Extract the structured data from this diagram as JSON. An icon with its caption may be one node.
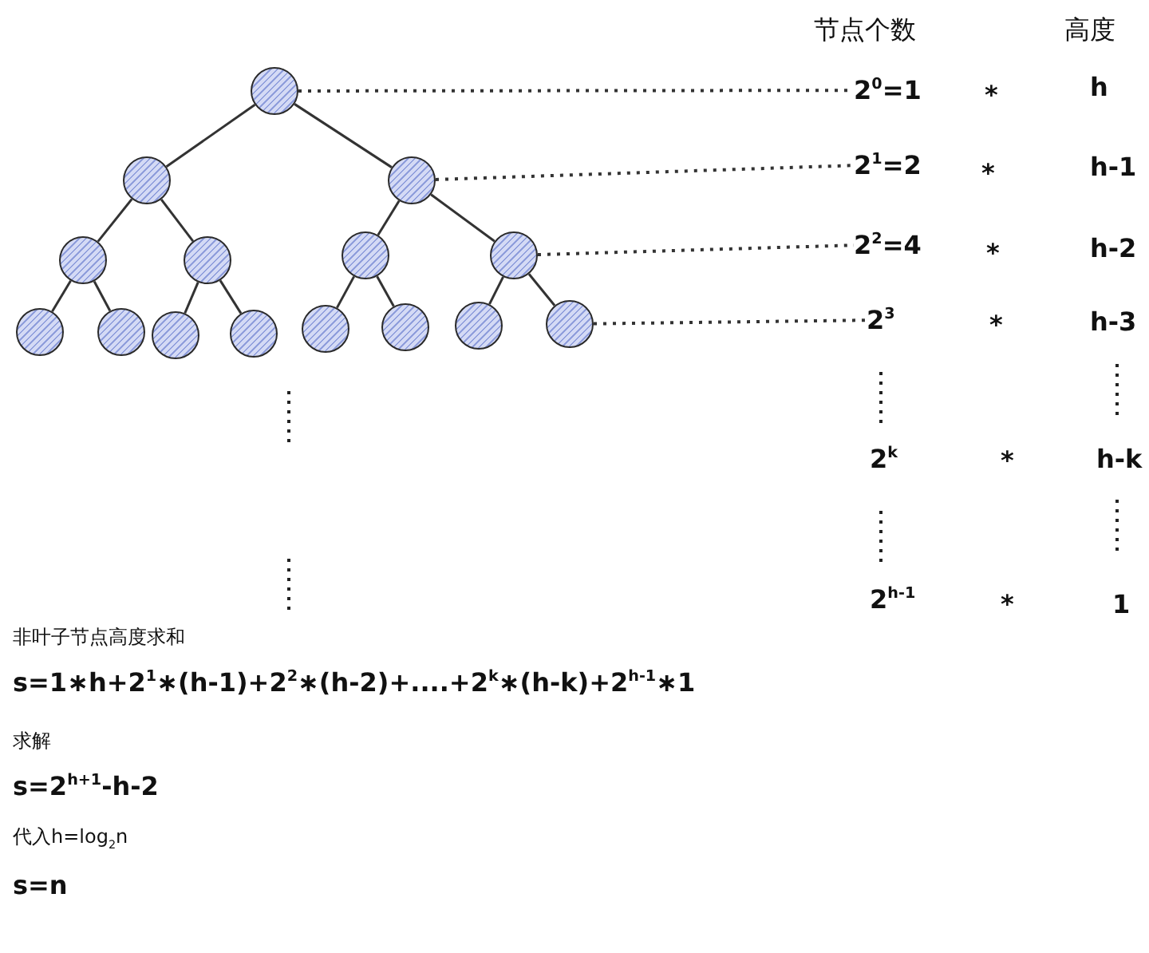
{
  "diagram": {
    "nodes": [
      {
        "text": [],
        "shape": "circle"
      },
      {
        "text": [],
        "shape": "circle"
      },
      {
        "text": [],
        "shape": "circle"
      },
      {
        "text": [],
        "shape": "circle"
      },
      {
        "text": [],
        "shape": "circle"
      },
      {
        "text": [],
        "shape": "circle"
      },
      {
        "text": [],
        "shape": "circle"
      },
      {
        "text": [],
        "shape": "circle"
      },
      {
        "text": [],
        "shape": "circle"
      },
      {
        "text": [],
        "shape": "circle"
      },
      {
        "text": [],
        "shape": "circle"
      },
      {
        "text": [],
        "shape": "circle"
      },
      {
        "text": [],
        "shape": "circle"
      },
      {
        "text": [],
        "shape": "circle"
      },
      {
        "text": [],
        "shape": "circle"
      },
      {
        "text": [
          "2$^{0}$=1"
        ]
      },
      {
        "text": [
          "2$^{1}$=2"
        ]
      },
      {
        "text": [
          "2$^{2}$=4"
        ]
      },
      {
        "text": [
          "2$^{3}$"
        ]
      }
    ],
    "edges": [
      {
        "from": 0,
        "to": 1,
        "arrow": "none"
      },
      {
        "from": 0,
        "to": 2,
        "arrow": "none"
      },
      {
        "from": 1,
        "to": 3,
        "arrow": "none"
      },
      {
        "from": 1,
        "to": 4,
        "arrow": "none"
      },
      {
        "from": 2,
        "to": 5,
        "arrow": "none"
      },
      {
        "from": 2,
        "to": 6,
        "arrow": "none"
      },
      {
        "from": 3,
        "to": 7,
        "arrow": "none"
      },
      {
        "from": 3,
        "to": 8,
        "arrow": "none"
      },
      {
        "from": 4,
        "to": 9,
        "arrow": "none"
      },
      {
        "from": 4,
        "to": 10,
        "arrow": "none"
      },
      {
        "from": 5,
        "to": 11,
        "arrow": "none"
      },
      {
        "from": 5,
        "to": 12,
        "arrow": "none"
      },
      {
        "from": 6,
        "to": 13,
        "arrow": "none"
      },
      {
        "from": 6,
        "to": 14,
        "arrow": "none"
      },
      {
        "from": 0,
        "to": 15,
        "arrow": "none",
        "style": "dashed"
      },
      {
        "from": 2,
        "to": 16,
        "arrow": "none",
        "style": "dashed"
      },
      {
        "from": 6,
        "to": 17,
        "arrow": "none",
        "style": "dashed"
      },
      {
        "from": 14,
        "to": 18,
        "arrow": "none",
        "style": "dashed"
      }
    ],
    "labels": [
      "节点个数",
      "高度",
      "*",
      "h",
      "*",
      "h-1",
      "*",
      "h-2",
      "*",
      "h-3",
      "2$^{k}$",
      "*",
      "h-k",
      "2$^{h-1}$",
      "*",
      "1",
      "非叶子节点高度求和",
      "s=1∗h+2$^{1}$∗(h-1)+2$^{2}$∗(h-2)+....+2$^{k}$∗(h-k)+2$^{h-1}$∗1",
      "求解",
      "s=2$^{h+1}$-h-2",
      "代入h=log$_{2}$n",
      "s=n"
    ]
  }
}
